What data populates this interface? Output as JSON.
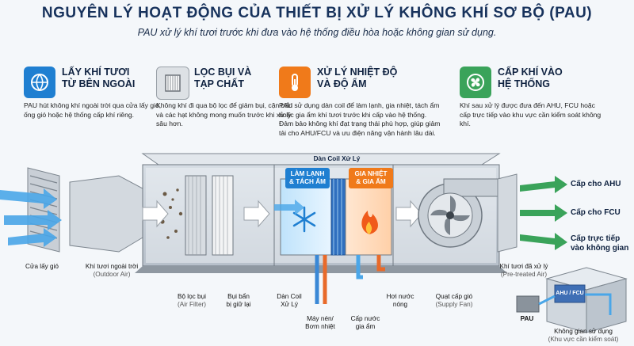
{
  "title": "NGUYÊN LÝ HOẠT ĐỘNG CỦA THIẾT BỊ XỬ LÝ KHÔNG KHÍ SƠ BỘ (PAU)",
  "subtitle": "PAU xử lý khí tươi trước khi đưa vào hệ thống điều hòa hoặc không gian sử dụng.",
  "steps": [
    {
      "heading_1": "LẤY KHÍ TƯƠI",
      "heading_2": "TỪ BÊN NGOÀI",
      "desc": "PAU hút không khí ngoài trời qua cửa lấy gió, ống gió hoặc hệ thống cấp khí riêng.",
      "icon": "globe-icon",
      "color": "#1f7fd1"
    },
    {
      "heading_1": "LỌC BỤI VÀ",
      "heading_2": "TẠP CHẤT",
      "desc": "Không khí đi qua bộ lọc để giảm bụi, cặn bẩn và các hạt không mong muốn trước khi xử lý sâu hơn.",
      "icon": "air-filter-icon",
      "color": "#8a8f96"
    },
    {
      "heading_1": "XỬ LÝ NHIỆT ĐỘ",
      "heading_2": "VÀ ĐỘ ẨM",
      "desc": "PAU sử dụng dàn coil để làm lạnh, gia nhiệt, tách ẩm hoặc gia ẩm khí tươi trước khi cấp vào hệ thống. Đảm bảo không khí đạt trạng thái phù hợp, giúp giảm tải cho AHU/FCU và ưu điện năng vận hành lâu dài.",
      "icon": "thermometer-icon",
      "color": "#f07a1a"
    },
    {
      "heading_1": "CẤP KHÍ VÀO",
      "heading_2": "HỆ THỐNG",
      "desc": "Khí sau xử lý được đưa đến AHU, FCU hoặc cấp trực tiếp vào khu vực cần kiểm soát không khí.",
      "icon": "fan-icon",
      "color": "#3aa35a"
    }
  ],
  "diagram": {
    "coil_header": "Dàn Coil Xử Lý",
    "cooling_tag": [
      "LÀM LẠNH",
      "& TÁCH ẨM"
    ],
    "heating_tag": [
      "GIA NHIỆT",
      "& GIA ẨM"
    ],
    "labels": {
      "intake": "Cửa lấy gió",
      "outdoor_air": [
        "Khí tươi ngoài trời",
        "(Outdoor Air)"
      ],
      "air_filter": [
        "Bộ lọc bụi",
        "(Air Filter)"
      ],
      "dust": [
        "Bụi bẩn",
        "bị giữ lại"
      ],
      "coil": [
        "Dàn Coil",
        "Xử Lý"
      ],
      "compressor": [
        "Máy nén/",
        "Bơm nhiệt"
      ],
      "steam": [
        "Hơi nước",
        "nóng"
      ],
      "humid_water": [
        "Cấp nước",
        "gia ẩm"
      ],
      "supply_fan": [
        "Quạt cấp gió",
        "(Supply Fan)"
      ],
      "treated_air": [
        "Khí tươi đã xử lý",
        "(Pre-treated Air)"
      ],
      "pau": "PAU",
      "ahu_fcu": "AHU / FCU",
      "space": [
        "Không gian sử dụng",
        "(Khu vực cần kiểm soát)"
      ]
    },
    "outputs": [
      "Cấp cho AHU",
      "Cấp cho FCU",
      "Cấp trực tiếp",
      "vào không gian"
    ]
  }
}
